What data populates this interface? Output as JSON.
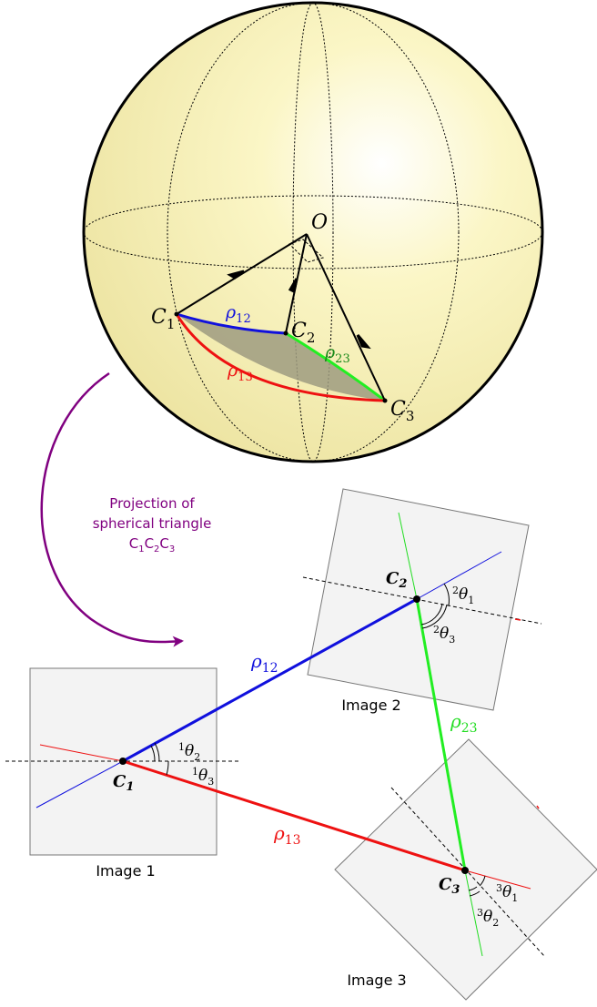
{
  "sphere": {
    "origin": "O",
    "points": {
      "c1": "C",
      "c2": "C",
      "c3": "C"
    },
    "point_subs": {
      "c1": "1",
      "c2": "2",
      "c3": "3"
    },
    "arcs": {
      "rho12": {
        "base": "ρ",
        "sub": "12",
        "color": "#1010dd"
      },
      "rho13": {
        "base": "ρ",
        "sub": "13",
        "color": "#ee1111"
      },
      "rho23": {
        "base": "ρ",
        "sub": "23",
        "color": "#22dd22"
      }
    },
    "fill_color": "#fbf6c6",
    "triangle_color": "#9d9b80"
  },
  "projection_label": {
    "line1": "Projection of",
    "line2": "spherical triangle",
    "line3_parts": [
      "C",
      "1",
      "C",
      "2",
      "C",
      "3"
    ],
    "color": "#800080"
  },
  "images": {
    "image1": {
      "caption": "Image 1",
      "center": "C",
      "center_sub": "1",
      "angle_a": {
        "pre": "1",
        "base": "θ",
        "sub": "2"
      },
      "angle_b": {
        "pre": "1",
        "base": "θ",
        "sub": "3"
      }
    },
    "image2": {
      "caption": "Image 2",
      "center": "C",
      "center_sub": "2",
      "angle_a": {
        "pre": "2",
        "base": "θ",
        "sub": "1"
      },
      "angle_b": {
        "pre": "2",
        "base": "θ",
        "sub": "3"
      }
    },
    "image3": {
      "caption": "Image 3",
      "center": "C",
      "center_sub": "3",
      "angle_a": {
        "pre": "3",
        "base": "θ",
        "sub": "1"
      },
      "angle_b": {
        "pre": "3",
        "base": "θ",
        "sub": "2"
      }
    }
  },
  "lines": {
    "rho12": {
      "base": "ρ",
      "sub": "12",
      "color": "#1010dd"
    },
    "rho13": {
      "base": "ρ",
      "sub": "13",
      "color": "#ee1111"
    },
    "rho23": {
      "base": "ρ",
      "sub": "23",
      "color": "#22dd22"
    }
  }
}
